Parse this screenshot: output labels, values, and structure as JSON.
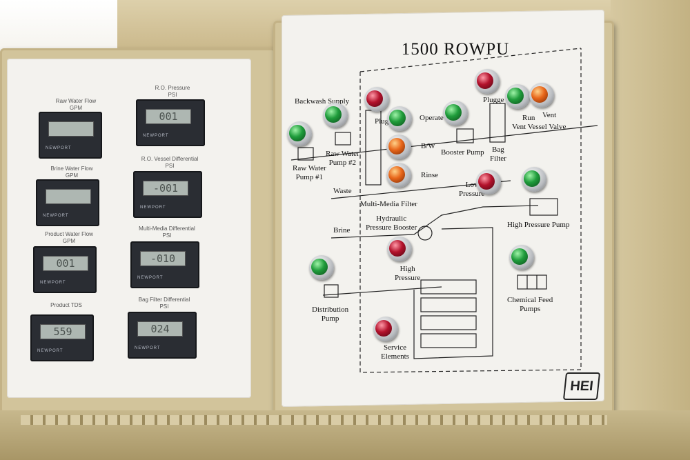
{
  "left_panel": {
    "meters": [
      {
        "label": "Raw Water Flow\nGPM",
        "reading": "",
        "brand": "NEWPORT"
      },
      {
        "label": "R.O. Pressure\nPSI",
        "reading": "001",
        "brand": "NEWPORT"
      },
      {
        "label": "Brine Water Flow\nGPM",
        "reading": "",
        "brand": "NEWPORT"
      },
      {
        "label": "R.O. Vessel Differential\nPSI",
        "reading": "-001",
        "brand": "NEWPORT"
      },
      {
        "label": "Product Water Flow\nGPM",
        "reading": "001",
        "brand": "NEWPORT"
      },
      {
        "label": "Multi-Media Differential\nPSI",
        "reading": "-010",
        "brand": "NEWPORT"
      },
      {
        "label": "Product TDS",
        "reading": "559",
        "brand": "NEWPORT"
      },
      {
        "label": "Bag Filter Differential\nPSI",
        "reading": "024",
        "brand": "NEWPORT"
      }
    ]
  },
  "right_panel": {
    "title": "1500 ROWPU",
    "labels": {
      "backwash_supply": "Backwash Supply",
      "raw_water_pump_1": "Raw Water\nPump #1",
      "raw_water_pump_2": "Raw Water\nPump #2",
      "waste": "Waste",
      "plug": "Plug",
      "operate": "Operate",
      "bw": "B/W",
      "rinse": "Rinse",
      "multi_media_filter": "Multi-Media Filter",
      "booster_pump": "Booster Pump",
      "bag_filter": "Bag\nFilter",
      "plugged": "Plugge",
      "run": "Run",
      "vent": "Vent",
      "vent_vessel_valve": "Vent Vessel Valve",
      "low_pressure": "Lov\nPressure",
      "hydraulic_booster": "Hydraulic\nPressure Booster",
      "brine": "Brine",
      "high_pressure_pump": "High Pressure Pump",
      "high_pressure": "High\nPressure",
      "distribution_pump": "Distribution\nPump",
      "chemical_feed_pumps": "Chemical Feed\nPumps",
      "service_elements": "Service\nElements"
    },
    "logo": "HEI"
  },
  "colors": {
    "lamp_green": "#1f9c3b",
    "lamp_red": "#b3122c",
    "lamp_amber": "#e8661a",
    "panel": "#f3f2ee",
    "enclosure": "#d2c49b"
  }
}
